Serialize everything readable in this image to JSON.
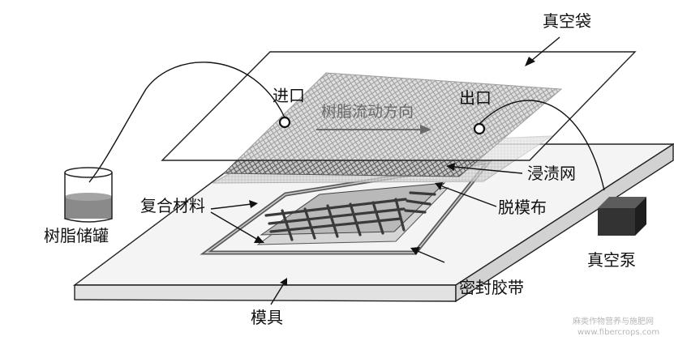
{
  "labels": {
    "vacuum_bag": "真空袋",
    "inlet": "进口",
    "outlet": "出口",
    "flow_direction": "树脂流动方向",
    "infusion_mesh": "浸渍网",
    "composite": "复合材料",
    "release_cloth": "脱模布",
    "resin_tank": "树脂储罐",
    "vacuum_pump": "真空泵",
    "sealant_tape": "密封胶带",
    "mold": "模具"
  },
  "watermark": {
    "line1": "麻类作物营养与施肥网",
    "line2": "www.fibercrops.com"
  },
  "colors": {
    "line": "#222222",
    "mesh": "#6e6e6e",
    "resin": "#8a8a8a",
    "pump": "#333333"
  }
}
